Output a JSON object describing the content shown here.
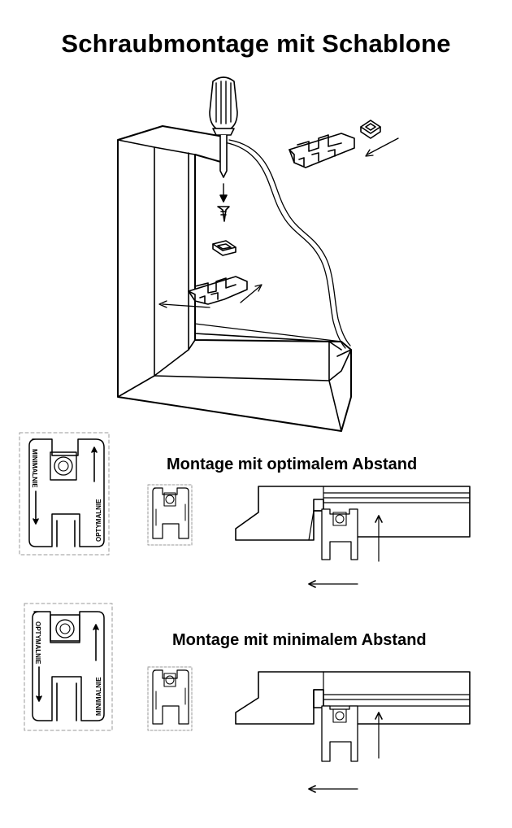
{
  "title": "Schraubmontage mit Schablone",
  "section_optimal": {
    "heading": "Montage mit optimalem Abstand"
  },
  "section_minimal": {
    "heading": "Montage mit minimalem Abstand"
  },
  "template_labels": {
    "minimal": "MINIMALNIE",
    "optimal": "OPTYMALNIE"
  },
  "colors": {
    "line": "#000000",
    "dashed": "#9a9a9a",
    "background": "#ffffff"
  }
}
